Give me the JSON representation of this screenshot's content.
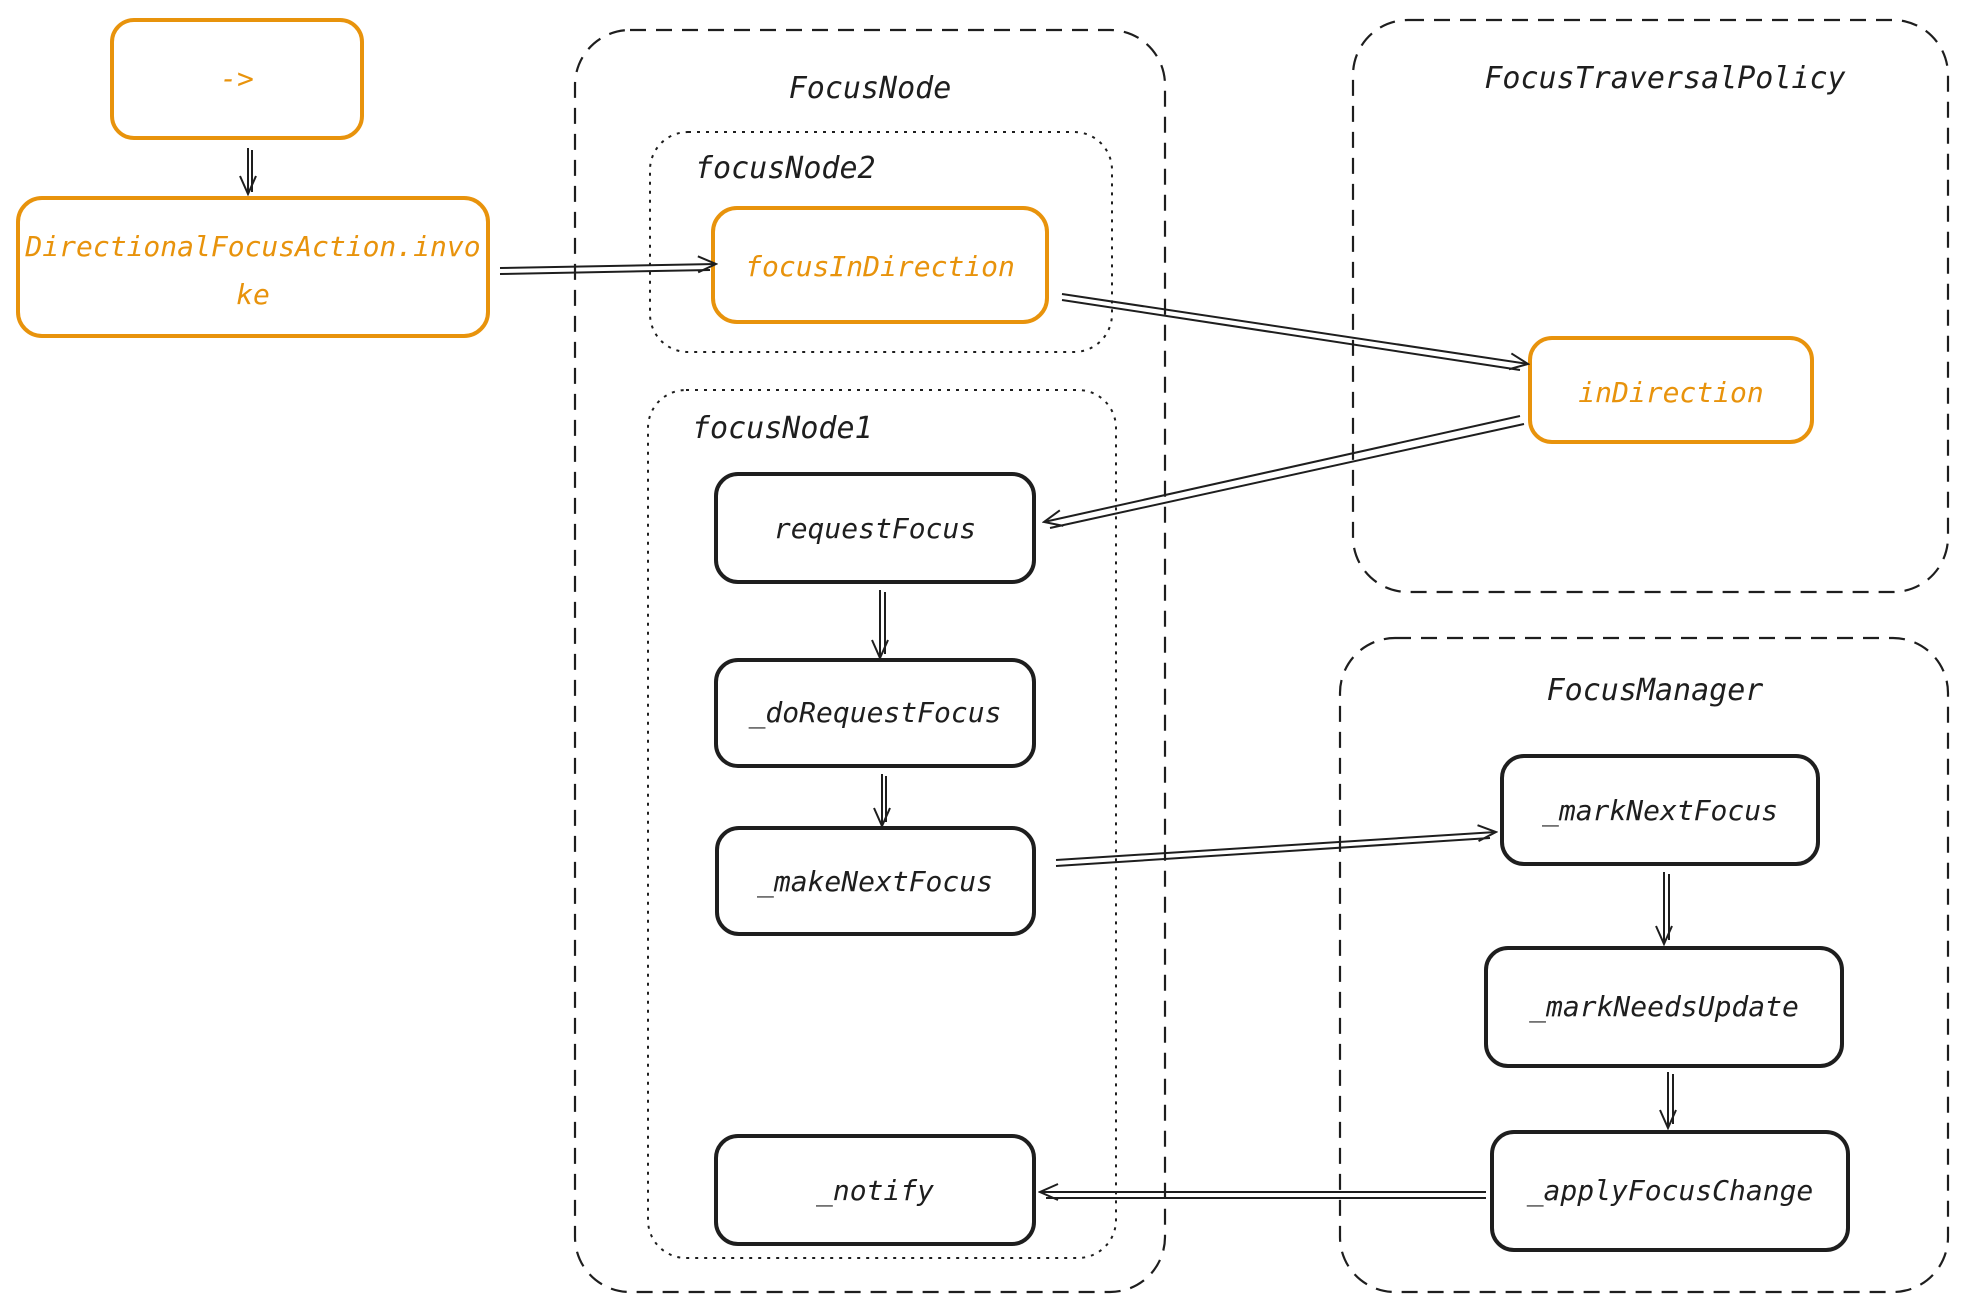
{
  "groups": {
    "focus_node": "FocusNode",
    "focus_node2": "focusNode2",
    "focus_node1": "focusNode1",
    "focus_traversal_policy": "FocusTraversalPolicy",
    "focus_manager": "FocusManager"
  },
  "nodes": {
    "start": "->",
    "directional_action_line1": "DirectionalFocusAction.invo",
    "directional_action_line2": "ke",
    "focus_in_direction": "focusInDirection",
    "in_direction": "inDirection",
    "request_focus": "requestFocus",
    "do_request_focus": "_doRequestFocus",
    "make_next_focus": "_makeNextFocus",
    "notify": "_notify",
    "mark_next_focus": "_markNextFocus",
    "mark_needs_update": "_markNeedsUpdate",
    "apply_focus_change": "_applyFocusChange"
  },
  "colors": {
    "highlight": "#e8930c",
    "stroke": "#1e1e1e",
    "background": "#ffffff"
  }
}
